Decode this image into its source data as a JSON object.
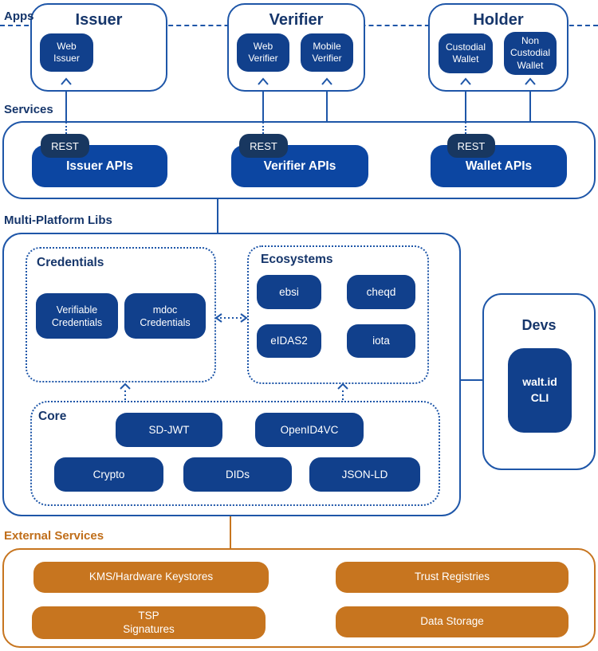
{
  "colors": {
    "pill_navy": "#11408C",
    "api_blue": "#0C46A2",
    "rest_navy": "#183760",
    "line_blue": "#1E56A8",
    "label_navy": "#16366B",
    "orange": "#C7751F"
  },
  "apps": {
    "label": "Apps",
    "groups": [
      {
        "title": "Issuer",
        "pills": [
          "Web\nIssuer"
        ]
      },
      {
        "title": "Verifier",
        "pills": [
          "Web\nVerifier",
          "Mobile\nVerifier"
        ]
      },
      {
        "title": "Holder",
        "pills": [
          "Custodial\nWallet",
          "Non\nCustodial\nWallet"
        ]
      }
    ]
  },
  "services": {
    "label": "Services",
    "apis": [
      {
        "tag": "REST",
        "label": "Issuer APIs"
      },
      {
        "tag": "REST",
        "label": "Verifier APIs"
      },
      {
        "tag": "REST",
        "label": "Wallet APIs"
      }
    ]
  },
  "libs": {
    "label": "Multi-Platform Libs",
    "credentials": {
      "title": "Credentials",
      "pills": [
        "Verifiable\nCredentials",
        "mdoc\nCredentials"
      ]
    },
    "ecosystems": {
      "title": "Ecosystems",
      "pills": [
        "ebsi",
        "cheqd",
        "eIDAS2",
        "iota"
      ]
    },
    "core": {
      "title": "Core",
      "pills": [
        "SD-JWT",
        "OpenID4VC",
        "Crypto",
        "DIDs",
        "JSON-LD"
      ]
    },
    "devs": {
      "title": "Devs",
      "pill": "walt.id\nCLI"
    }
  },
  "external": {
    "label": "External Services",
    "pills": [
      "KMS/Hardware Keystores",
      "Trust Registries",
      "TSP\nSignatures",
      "Data Storage"
    ]
  }
}
